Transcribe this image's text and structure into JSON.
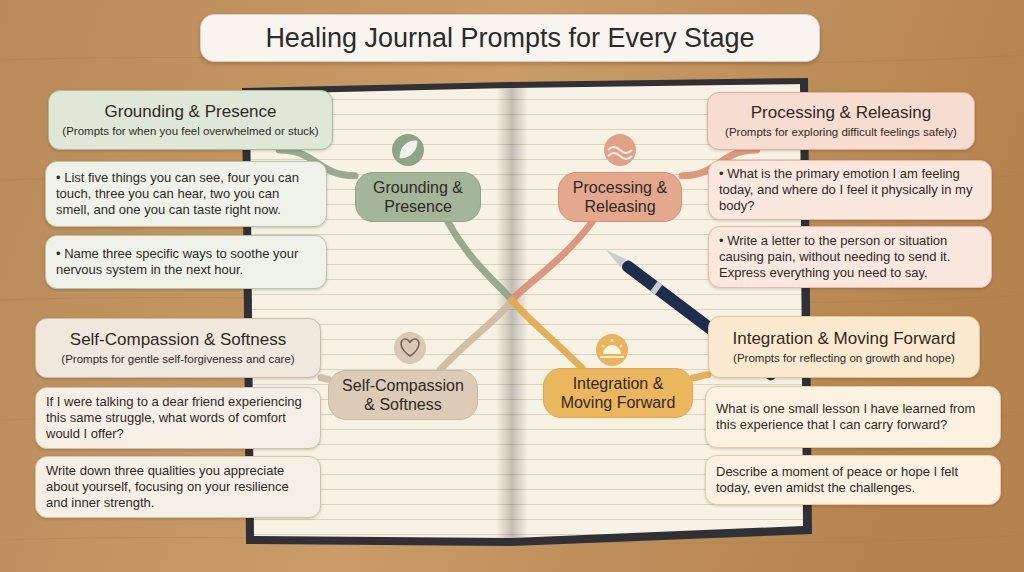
{
  "diagram": {
    "title": "Healing Journal Prompts for Every Stage",
    "nodes": [
      {
        "text": [
          "Grounding & Presence",
          "(Prompts for when you feel overwhelmed or stuck)"
        ]
      },
      {
        "text": [
          "• List five things you can see, four you can touch, three you can hear, two you can smell, and one you can taste right now."
        ]
      },
      {
        "text": [
          "• Name three specific ways to soothe your nervous system in the next hour."
        ]
      },
      {
        "text": [
          "Grounding & Presence"
        ]
      },
      {
        "text": [
          "Processing & Releasing",
          "(Prompts for exploring difficult feelings safely)"
        ]
      },
      {
        "text": [
          "• What is the primary emotion I am feeling today, and where do I feel it physically in my body?"
        ]
      },
      {
        "text": [
          "• Write a letter to the person or situation causing pain, without needing to send it. Express everything you need to say."
        ]
      },
      {
        "text": [
          "Processing & Releasing"
        ]
      },
      {
        "text": [
          "Self-Compassion & Softness",
          "(Prompts for gentle self-forgiveness and care)"
        ]
      },
      {
        "text": [
          "If I were talking to a dear friend experiencing this same struggle, what words of comfort would I offer?"
        ]
      },
      {
        "text": [
          "Write down three qualities you appreciate about yourself, focusing on your resilience and inner strength."
        ]
      },
      {
        "text": [
          "Self-Compassion & Softness"
        ]
      },
      {
        "text": [
          "Integration & Moving Forward",
          "(Prompts for reflecting on growth and hope)"
        ]
      },
      {
        "text": [
          "What is one small lesson I have learned from this experience that I can carry forward?"
        ]
      },
      {
        "text": [
          "Describe a moment of peace or hope I felt today, even amidst the challenges."
        ]
      },
      {
        "text": [
          "Integration & Moving Forward"
        ]
      }
    ],
    "edges": [
      {
        "from": 0,
        "to": 3,
        "arrow": "none"
      },
      {
        "from": 4,
        "to": 7,
        "arrow": "none"
      },
      {
        "from": 8,
        "to": 11,
        "arrow": "none"
      },
      {
        "from": 12,
        "to": 15,
        "arrow": "none"
      }
    ]
  }
}
